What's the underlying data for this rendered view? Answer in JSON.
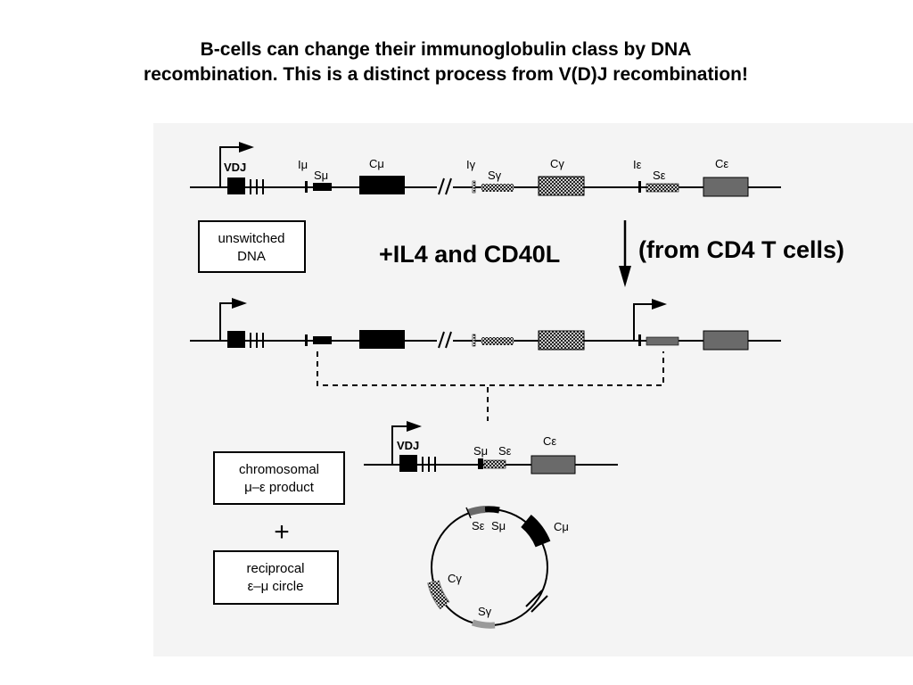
{
  "title": {
    "line1": "B-cells can change their immunoglobulin class by DNA",
    "line2": "recombination.  This is a distinct process from V(D)J recombination!"
  },
  "annotations": {
    "stimulus": "+IL4 and CD40L",
    "source": "(from CD4 T cells)"
  },
  "boxes": {
    "unswitched": [
      "unswitched",
      "DNA"
    ],
    "chromosomal": [
      "chromosomal",
      "μ–ε product"
    ],
    "reciprocal": [
      "reciprocal",
      "ε–μ circle"
    ],
    "plus": "+"
  },
  "gene_labels": {
    "vdj": "VDJ",
    "i_mu": "Iμ",
    "s_mu": "Sμ",
    "c_mu": "Cμ",
    "i_gamma": "Iγ",
    "s_gamma": "Sγ",
    "c_gamma": "Cγ",
    "i_epsilon": "Iε",
    "s_epsilon": "Sε",
    "c_epsilon": "Cε"
  },
  "colors": {
    "ink": "#000000",
    "dark_gray_fill": "#6a6a6a",
    "light_gray_fill": "#c4c4c4",
    "panel_bg": "#f4f4f4"
  },
  "icons": {
    "transcription_arrow": "right-angle-arrow",
    "process_arrow": "down-arrow",
    "chromosome_break": "double-slash"
  }
}
